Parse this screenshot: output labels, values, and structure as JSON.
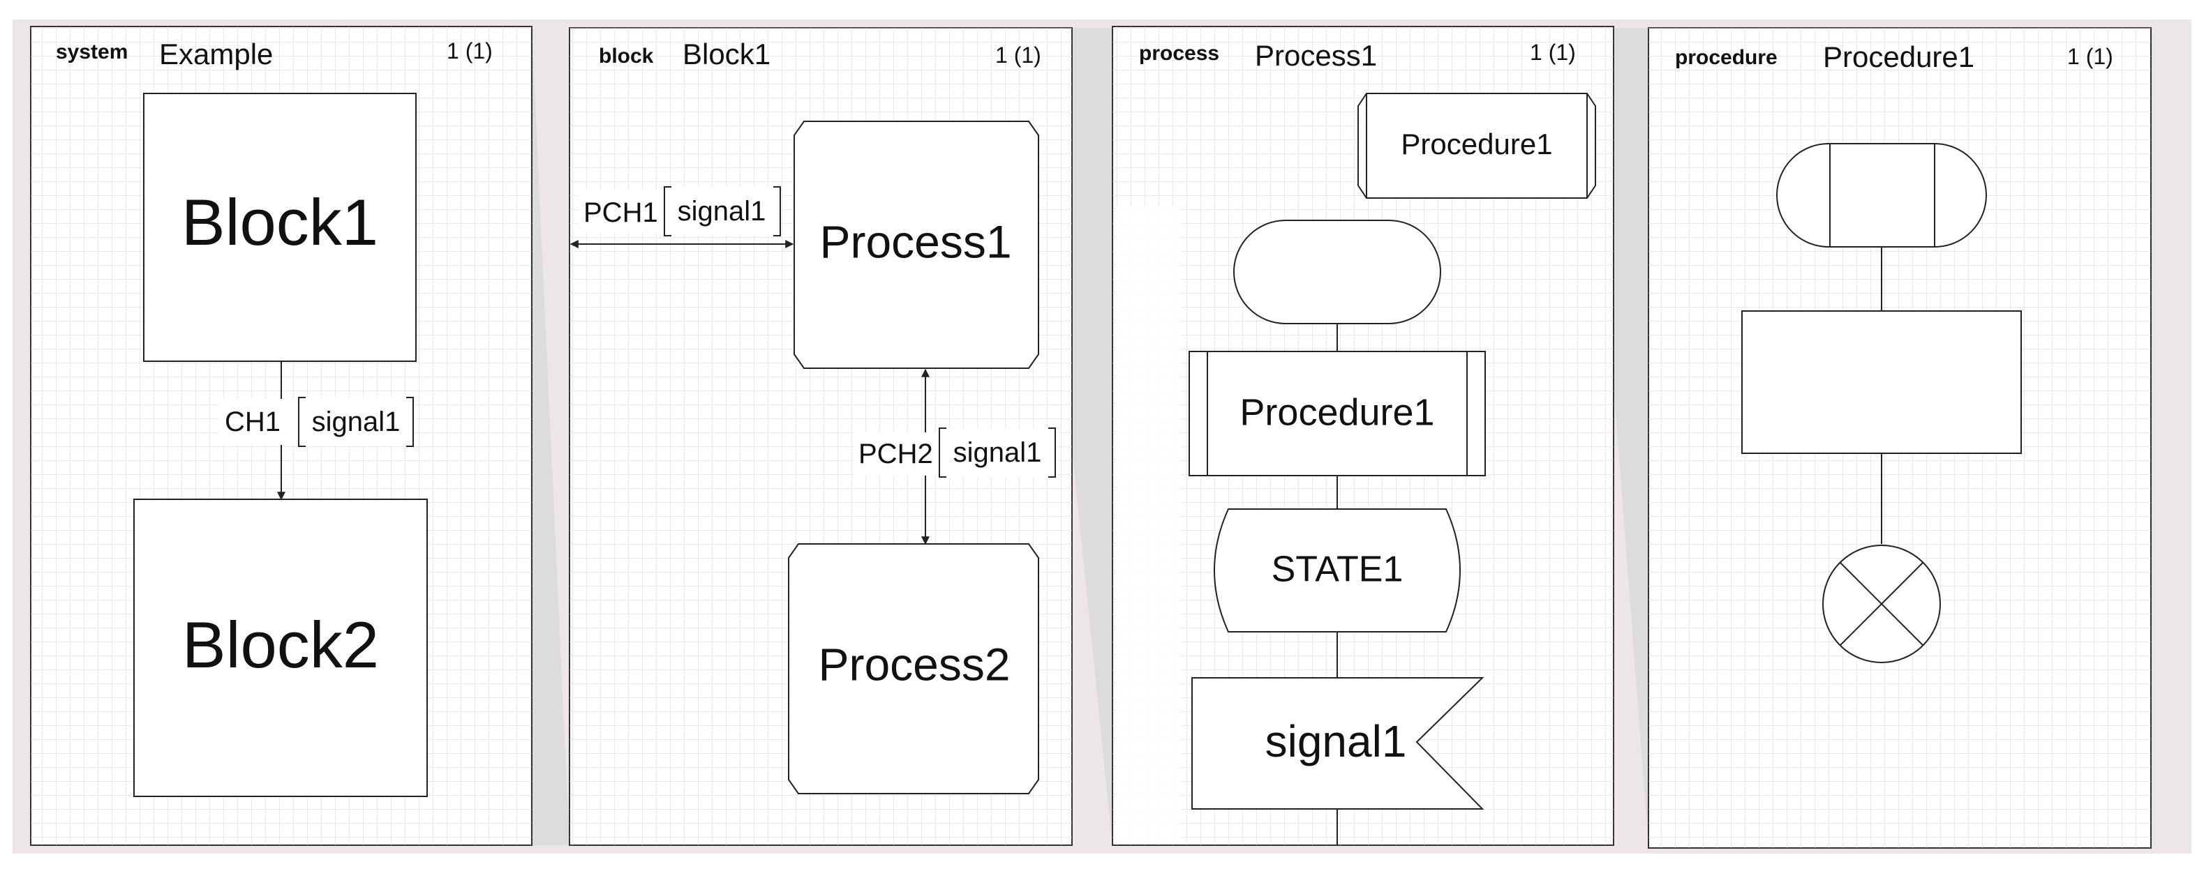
{
  "colors": {
    "page_bg": "#ffffff",
    "band_bg": "#ede6e6",
    "zoom_wedge": "#dcdcdc",
    "panel_bg": "#ffffff",
    "grid_line": "#d5d5d5",
    "panel_border": "#333333",
    "stroke": "#222222"
  },
  "panels": [
    {
      "kind": "system",
      "name": "Example",
      "page": "1 (1)"
    },
    {
      "kind": "block",
      "name": "Block1",
      "page": "1 (1)"
    },
    {
      "kind": "process",
      "name": "Process1",
      "page": "1 (1)"
    },
    {
      "kind": "procedure",
      "name": "Procedure1",
      "page": "1 (1)"
    }
  ],
  "system_diagram": {
    "block_top": "Block1",
    "block_bottom": "Block2",
    "channel": "CH1",
    "signal": "signal1"
  },
  "block_diagram": {
    "process_top": "Process1",
    "process_bottom": "Process2",
    "channel_left": "PCH1",
    "channel_left_signal": "signal1",
    "channel_vertical": "PCH2",
    "channel_vertical_signal": "signal1"
  },
  "process_diagram": {
    "procedure_reference": "Procedure1",
    "procedure_call": "Procedure1",
    "state": "STATE1",
    "input_signal": "signal1",
    "icons": [
      "start-symbol",
      "procedure-call-symbol",
      "state-symbol",
      "input-signal-symbol"
    ]
  },
  "procedure_diagram": {
    "icons": [
      "procedure-start-symbol",
      "task-symbol",
      "procedure-stop-symbol"
    ]
  }
}
